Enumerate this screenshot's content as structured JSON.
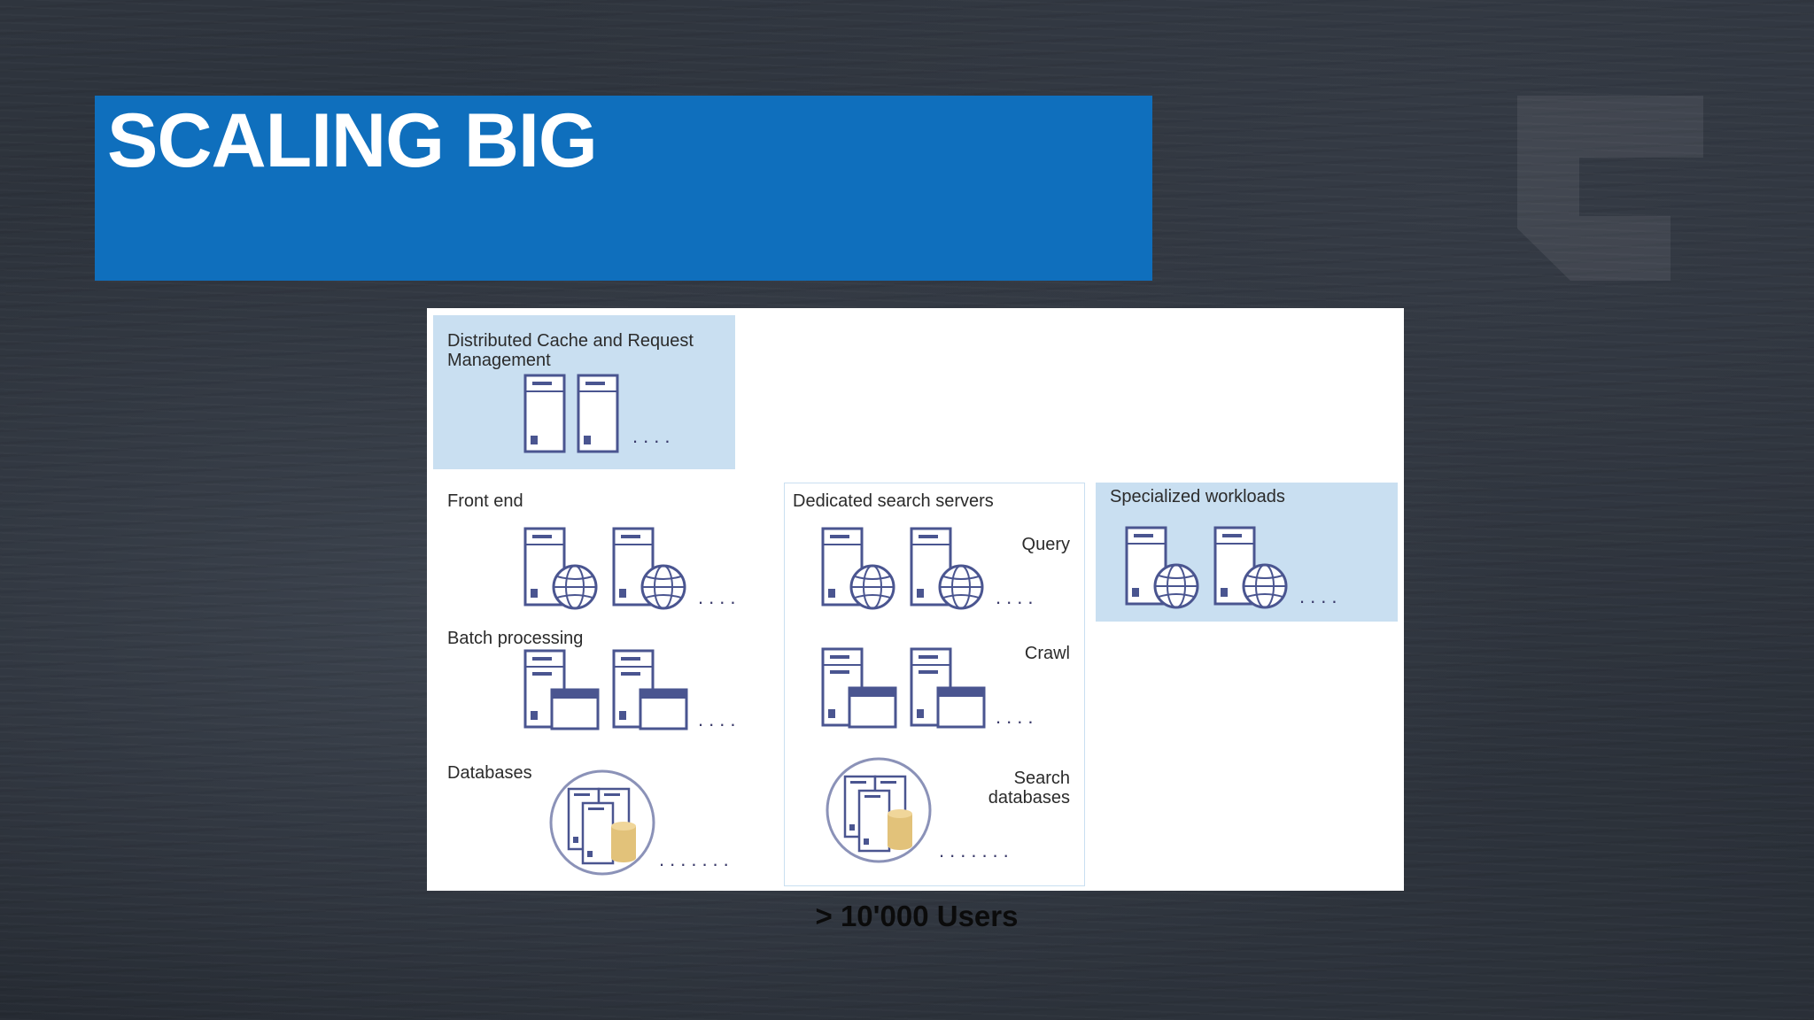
{
  "slide": {
    "title": "SCALING BIG",
    "caption": "> 10'000 Users"
  },
  "colors": {
    "banner": "#0f6fbd",
    "tier_fill": "#c9dff1",
    "icon_stroke": "#4a5590",
    "db_cylinder": "#e2c27a"
  },
  "diagram": {
    "cache": {
      "label": "Distributed Cache and Request Management",
      "icon": "server-icon",
      "more": "...."
    },
    "front_end": {
      "label": "Front end",
      "icon": "web-server-icon",
      "more": "...."
    },
    "batch": {
      "label": "Batch processing",
      "icon": "app-server-icon",
      "more": "...."
    },
    "databases": {
      "label": "Databases",
      "icon": "database-icon",
      "more": "......."
    },
    "search": {
      "label": "Dedicated search servers",
      "query": {
        "label": "Query",
        "icon": "web-server-icon",
        "more": "...."
      },
      "crawl": {
        "label": "Crawl",
        "icon": "app-server-icon",
        "more": "...."
      },
      "search_db": {
        "label": "Search databases",
        "icon": "database-icon",
        "more": "......."
      }
    },
    "specialized": {
      "label": "Specialized workloads",
      "icon": "web-server-icon",
      "more": "...."
    }
  }
}
